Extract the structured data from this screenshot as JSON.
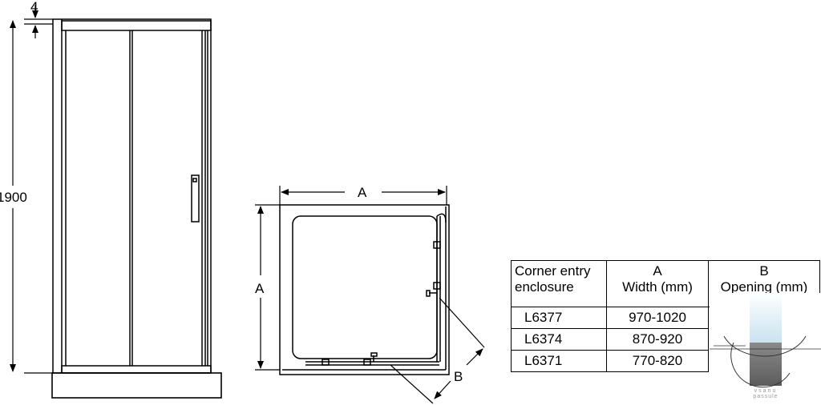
{
  "front_view": {
    "top_gap_label": "4",
    "height_label": "1900"
  },
  "plan_view": {
    "width_label": "A",
    "depth_label": "A",
    "opening_label": "B"
  },
  "spec_table": {
    "headers": [
      {
        "line1": "Corner entry",
        "line2": "enclosure"
      },
      {
        "line1": "A",
        "line2": "Width (mm)"
      },
      {
        "line1": "B",
        "line2": "Opening (mm)"
      }
    ],
    "rows": [
      {
        "model": "L6377",
        "width": "970-1020"
      },
      {
        "model": "L6374",
        "width": "870-920"
      },
      {
        "model": "L6371",
        "width": "770-820"
      }
    ]
  },
  "brand": {
    "wordmark_line1": "vsanu",
    "wordmark_line2": "passule"
  },
  "colors": {
    "line": "#000000",
    "brand_sky": "#c9e3f0",
    "brand_dark": "#5c5c5c"
  }
}
